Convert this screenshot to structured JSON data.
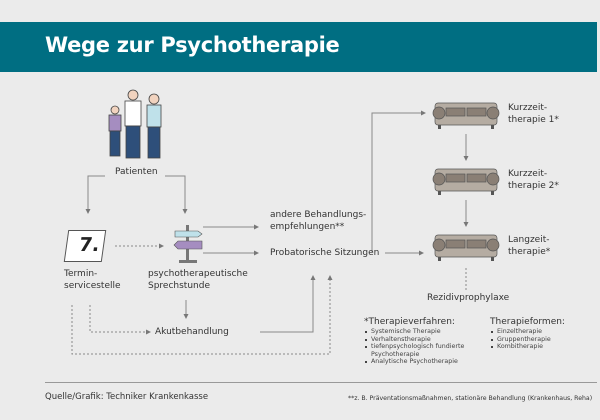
{
  "header": {
    "title": "Wege zur Psychotherapie"
  },
  "nodes": {
    "patients": "Patienten",
    "terminservicestelle": [
      "Termin-",
      "servicestelle"
    ],
    "sprechstunde": [
      "psychotherapeutische",
      "Sprechstunde"
    ],
    "andere": [
      "andere Behandlungs-",
      "empfehlungen**"
    ],
    "probatorisch": "Probatorische Sitzungen",
    "akut": "Akutbehandlung",
    "kurz1": [
      "Kurzzeit-",
      "therapie 1*"
    ],
    "kurz2": [
      "Kurzzeit-",
      "therapie 2*"
    ],
    "lang": [
      "Langzeit-",
      "therapie*"
    ],
    "rezidiv": "Rezidivprophylaxe",
    "calendar_day": "7."
  },
  "legend": {
    "verfahren": {
      "title": "*Therapieverfahren:",
      "items": [
        "Systemische Therapie",
        "Verhaltenstherapie",
        "tiefenpsychologisch fundierte Psychotherapie",
        "Analytische Psychotherapie"
      ]
    },
    "formen": {
      "title": "Therapieformen:",
      "items": [
        "Einzeltherapie",
        "Gruppentherapie",
        "Kombitherapie"
      ]
    }
  },
  "footer": {
    "source": "Quelle/Grafik: Techniker Krankenkasse",
    "footnote": "**z. B. Präventationsmaßnahmen, stationäre Behandlung (Krankenhaus, Reha)"
  },
  "colors": {
    "banner": "#006e82",
    "background": "#ebebeb",
    "sofa": "#b5aca2",
    "purple": "#a58dc0",
    "lightblue": "#bfe1ea"
  }
}
